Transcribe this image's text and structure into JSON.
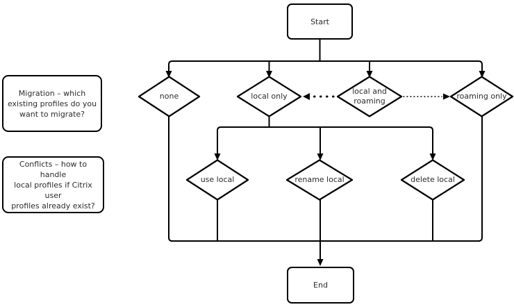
{
  "diagram": {
    "type": "flowchart",
    "nodes": {
      "start": {
        "label": "Start",
        "shape": "rounded-rect"
      },
      "none": {
        "label": "none",
        "shape": "diamond"
      },
      "local_only": {
        "label": "local only",
        "shape": "diamond"
      },
      "local_and_roaming": {
        "label": "local and\nroaming",
        "shape": "diamond"
      },
      "roaming_only": {
        "label": "roaming only",
        "shape": "diamond"
      },
      "use_local": {
        "label": "use local",
        "shape": "diamond"
      },
      "rename_local": {
        "label": "rename local",
        "shape": "diamond"
      },
      "delete_local": {
        "label": "delete local",
        "shape": "diamond"
      },
      "end": {
        "label": "End",
        "shape": "rounded-rect"
      }
    },
    "annotations": {
      "migration": {
        "text": "Migration – which\nexisting profiles do you\nwant to migrate?"
      },
      "conflicts": {
        "text": "Conflicts – how to handle\nlocal profiles if Citrix user\nprofiles already exist?"
      }
    },
    "edges": [
      {
        "from": "start",
        "to": "none",
        "style": "solid-arrow"
      },
      {
        "from": "start",
        "to": "local_only",
        "style": "solid-arrow"
      },
      {
        "from": "start",
        "to": "local_and_roaming",
        "style": "solid-arrow"
      },
      {
        "from": "start",
        "to": "roaming_only",
        "style": "solid-arrow"
      },
      {
        "from": "local_and_roaming",
        "to": "local_only",
        "style": "dotted-arrow"
      },
      {
        "from": "local_and_roaming",
        "to": "roaming_only",
        "style": "dotted-arrow"
      },
      {
        "from": "local_only",
        "to": "use_local",
        "style": "solid-arrow"
      },
      {
        "from": "local_only",
        "to": "rename_local",
        "style": "solid-arrow"
      },
      {
        "from": "local_only",
        "to": "delete_local",
        "style": "solid-arrow"
      },
      {
        "from": "none",
        "to": "end",
        "style": "solid-arrow"
      },
      {
        "from": "use_local",
        "to": "end",
        "style": "solid-arrow"
      },
      {
        "from": "rename_local",
        "to": "end",
        "style": "solid-arrow"
      },
      {
        "from": "delete_local",
        "to": "end",
        "style": "solid-arrow"
      },
      {
        "from": "roaming_only",
        "to": "end",
        "style": "solid-arrow"
      }
    ],
    "colors": {
      "line": "#000000",
      "text": "#2b2b2b",
      "background": "#ffffff"
    }
  }
}
